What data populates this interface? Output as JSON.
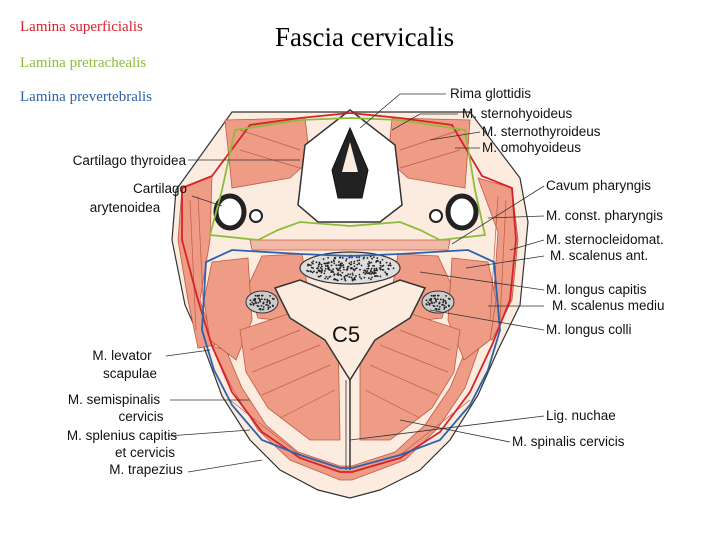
{
  "legend": [
    {
      "label": "Lamina superficialis",
      "color": "#d8222b"
    },
    {
      "label": "Lamina pretrachealis",
      "color": "#8cbd3a"
    },
    {
      "label": "Lamina prevertebralis",
      "color": "#2d62ad"
    }
  ],
  "title": "Fascia cervicalis",
  "vertebra_label": "C5",
  "left_labels": [
    "Cartilago thyroidea",
    "Cartilago",
    "arytenoidea",
    "M. levator",
    "scapulae",
    "M. semispinalis",
    "cervicis",
    "M. splenius capitis",
    "et cervicis",
    "M. trapezius"
  ],
  "right_labels": [
    "Rima glottidis",
    "M. sternohyoideus",
    "M. sternothyroideus",
    "M. omohyoideus",
    "Cavum pharyngis",
    "M. const. pharyngis",
    "M. sternocleidomat.",
    "M. scalenus ant.",
    "M. longus capitis",
    "M. scalenus mediu",
    "M. longus colli",
    "Lig. nuchae",
    "M. spinalis cervicis"
  ],
  "colors": {
    "muscle": "#ee9c85",
    "muscle_line": "#c05a45",
    "fat": "#fcecdf",
    "outline": "#333333"
  }
}
